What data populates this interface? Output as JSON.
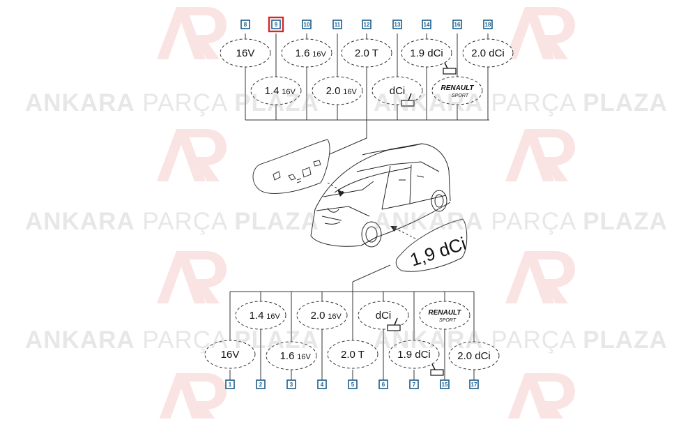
{
  "watermark": {
    "word_bold_left": "ANKARA",
    "word_light": "PARÇA",
    "word_bold_right": "PLAZA",
    "logo_color": "#d9262b"
  },
  "colors": {
    "callout_border": "#1b5e8a",
    "selected_highlight": "#d9262b"
  },
  "top_callouts": [
    {
      "number": "8",
      "selected": false
    },
    {
      "number": "9",
      "selected": true
    },
    {
      "number": "10",
      "selected": false
    },
    {
      "number": "11",
      "selected": false
    },
    {
      "number": "12",
      "selected": false
    },
    {
      "number": "13",
      "selected": false
    },
    {
      "number": "14",
      "selected": false
    },
    {
      "number": "16",
      "selected": false
    },
    {
      "number": "18",
      "selected": false
    }
  ],
  "bottom_callouts": [
    {
      "number": "1",
      "selected": false
    },
    {
      "number": "2",
      "selected": false
    },
    {
      "number": "3",
      "selected": false
    },
    {
      "number": "4",
      "selected": false
    },
    {
      "number": "5",
      "selected": false
    },
    {
      "number": "6",
      "selected": false
    },
    {
      "number": "7",
      "selected": false
    },
    {
      "number": "15",
      "selected": false
    },
    {
      "number": "17",
      "selected": false
    }
  ],
  "top_badges": [
    {
      "main": "16V",
      "suffix": ""
    },
    {
      "main": "1.4",
      "suffix": "16V"
    },
    {
      "main": "1.6",
      "suffix": "16V"
    },
    {
      "main": "2.0",
      "suffix": "16V"
    },
    {
      "main": "2.0 T",
      "suffix": ""
    },
    {
      "main": "dCi",
      "suffix": ""
    },
    {
      "main": "1.9 dCi",
      "suffix": ""
    },
    {
      "main": "RENAULT",
      "suffix": "SPORT"
    },
    {
      "main": "2.0 dCi",
      "suffix": ""
    }
  ],
  "bottom_badges": [
    {
      "main": "1.4",
      "suffix": "16V"
    },
    {
      "main": "2.0",
      "suffix": "16V"
    },
    {
      "main": "dCi",
      "suffix": ""
    },
    {
      "main": "RENAULT",
      "suffix": "SPORT"
    },
    {
      "main": "16V",
      "suffix": ""
    },
    {
      "main": "1.6",
      "suffix": "16V"
    },
    {
      "main": "2.0 T",
      "suffix": ""
    },
    {
      "main": "1.9 dCi",
      "suffix": ""
    },
    {
      "main": "2.0 dCi",
      "suffix": ""
    }
  ],
  "zoom_badge_text": "1,9 dCi"
}
